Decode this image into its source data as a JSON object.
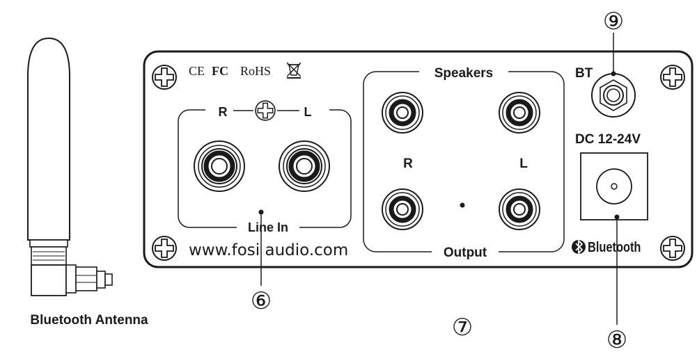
{
  "antenna": {
    "caption": "Bluetooth Antenna"
  },
  "panel": {
    "certifications": {
      "ce": "CE",
      "fc": "FC",
      "rohs": "RoHS"
    },
    "website": "www.fosi audio.com",
    "line_in": {
      "right": "R",
      "left": "L",
      "title": "Line In"
    },
    "speakers": {
      "title": "Speakers",
      "right": "R",
      "left": "L",
      "bottom": "Output"
    },
    "bt_label": "BT",
    "dc_label": "DC 12-24V",
    "bluetooth_logo_text": "Bluetooth"
  },
  "callouts": {
    "six": "⑥",
    "seven": "⑦",
    "eight": "⑧",
    "nine": "⑨"
  }
}
